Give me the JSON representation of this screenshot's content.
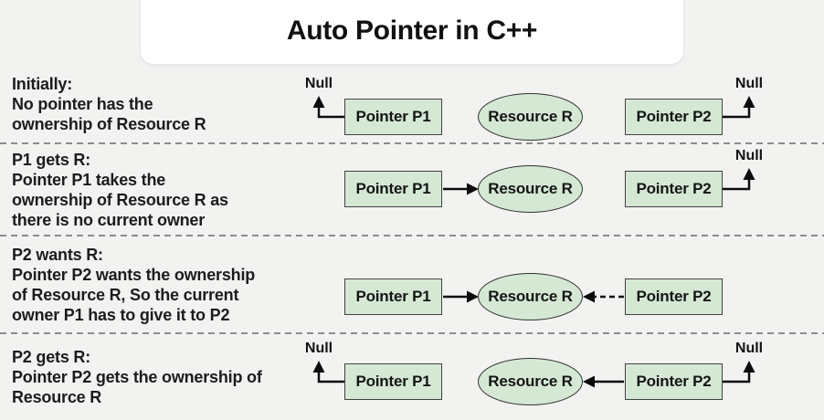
{
  "title": "Auto Pointer in C++",
  "node_labels": {
    "p1": "Pointer P1",
    "p2": "Pointer P2",
    "resource": "Resource R",
    "null_ref": "Null"
  },
  "rows": [
    {
      "name": "initially",
      "text": "Initially:\nNo pointer has the\nownership of Resource R"
    },
    {
      "name": "p1-gets-r",
      "text": "P1 gets R:\nPointer P1 takes the\nownership of Resource R as\nthere is no current owner"
    },
    {
      "name": "p2-wants-r",
      "text": "P2 wants R:\nPointer P2 wants the ownership\nof Resource R, So the current\nowner P1 has to give it to P2"
    },
    {
      "name": "p2-gets-r",
      "text": "P2 gets R:\nPointer P2 gets the ownership of\nResource R"
    }
  ],
  "colors": {
    "canvas_bg": "#f2f2f1",
    "title_bg": "#ffffff",
    "node_fill": "#d5e8d4",
    "node_border": "#424242",
    "arrow": "#0c0c0c",
    "separator": "#8c8c8c",
    "text": "#1c1c1c"
  }
}
